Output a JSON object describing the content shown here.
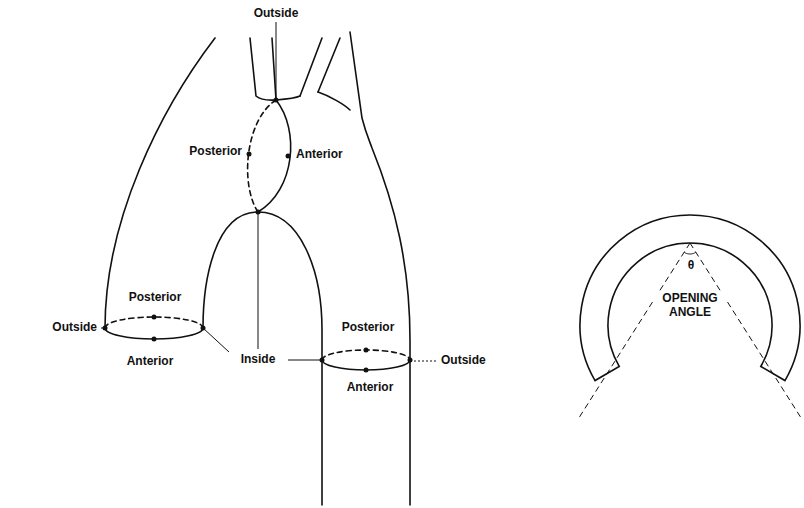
{
  "diagram": {
    "labels": [
      "Outside",
      "Posterior",
      "Anterior",
      "Posterior",
      "Outside",
      "Anterior",
      "Inside",
      "Posterior",
      "Outside",
      "Anterior",
      "θ",
      "OPENING ANGLE"
    ]
  }
}
